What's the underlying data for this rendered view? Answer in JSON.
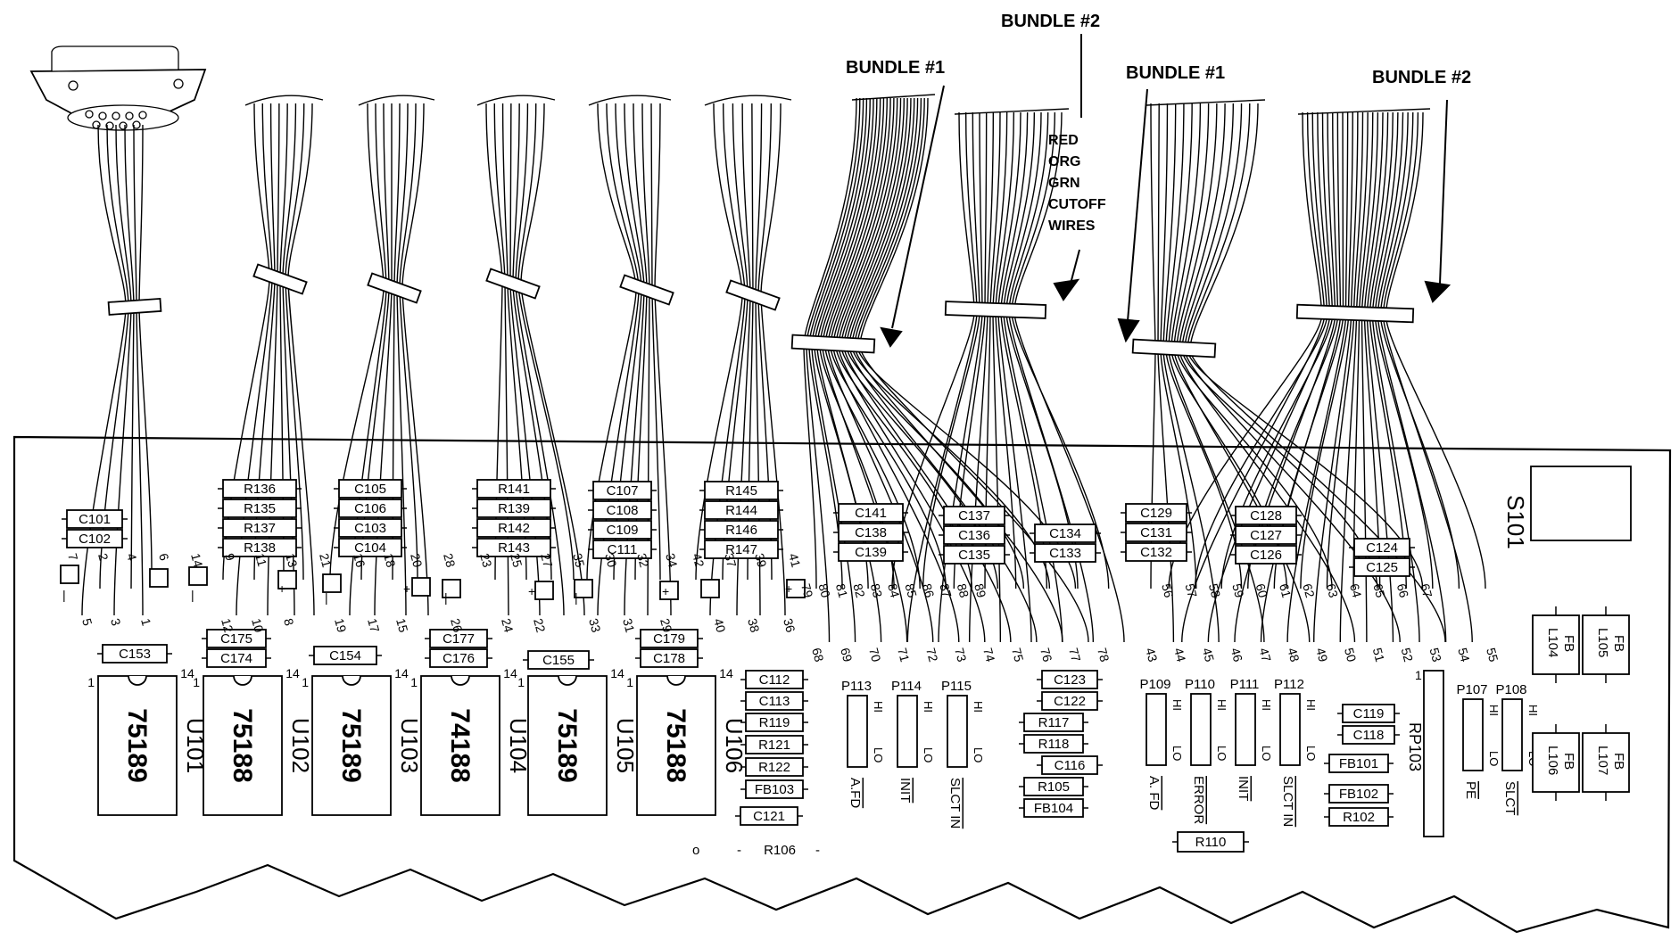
{
  "bundles": [
    {
      "key": "b1a",
      "label": "BUNDLE #1"
    },
    {
      "key": "b2a",
      "label": "BUNDLE #2"
    },
    {
      "key": "b1b",
      "label": "BUNDLE #1"
    },
    {
      "key": "b2b",
      "label": "BUNDLE #2"
    }
  ],
  "cutoff_note": [
    "RED",
    "ORG",
    "GRN",
    "CUTOFF",
    "WIRES"
  ],
  "switch_label": "S101",
  "ics": [
    {
      "id": "U101",
      "part": "75189"
    },
    {
      "id": "U102",
      "part": "75188"
    },
    {
      "id": "U103",
      "part": "75189"
    },
    {
      "id": "U104",
      "part": "74188"
    },
    {
      "id": "U105",
      "part": "75189"
    },
    {
      "id": "U106",
      "part": "75188"
    }
  ],
  "resistor_stacks": [
    [
      "C101",
      "C102"
    ],
    [
      "R136",
      "R135",
      "R137",
      "R138"
    ],
    [
      "C105",
      "C106",
      "C103",
      "C104"
    ],
    [
      "R141",
      "R139",
      "R142",
      "R143"
    ],
    [
      "C107",
      "C108",
      "C109",
      "C111"
    ],
    [
      "R145",
      "R144",
      "R146",
      "R147"
    ],
    [
      "C141",
      "C138",
      "C139"
    ],
    [
      "C137",
      "C136",
      "C135"
    ],
    [
      "C134",
      "C133"
    ],
    [
      "C129",
      "C131",
      "C132"
    ],
    [
      "C128",
      "C127",
      "C126"
    ],
    [
      "C124",
      "C125"
    ]
  ],
  "caps_row": [
    {
      "label": "C153"
    },
    {
      "label": "C175",
      "label2": "C174"
    },
    {
      "label": "C154"
    },
    {
      "label": "C177",
      "label2": "C176"
    },
    {
      "label": "C155"
    },
    {
      "label": "C179",
      "label2": "C178"
    }
  ],
  "left_small_parts": [
    "C112",
    "C113",
    "R119",
    "R121",
    "R122",
    "FB103",
    "C121"
  ],
  "r106": {
    "label": "R106",
    "o": "o",
    "dash": "-"
  },
  "mid_small_parts": [
    "C123",
    "C122",
    "R117",
    "R118",
    "C116",
    "R105",
    "FB104"
  ],
  "right_small_parts": [
    "C119",
    "C118",
    "FB101",
    "FB102",
    "R102"
  ],
  "r110": "R110",
  "rp103": "RP103",
  "jumpers": [
    {
      "p": "P113",
      "sig": "A.FD"
    },
    {
      "p": "P114",
      "sig": "INIT"
    },
    {
      "p": "P115",
      "sig": "SLCT IN"
    },
    {
      "p": "P109",
      "sig": "A. FD"
    },
    {
      "p": "P110",
      "sig": "ERROR"
    },
    {
      "p": "P111",
      "sig": "INIT"
    },
    {
      "p": "P112",
      "sig": "SLCT IN"
    },
    {
      "p": "P107",
      "sig": "PE"
    },
    {
      "p": "P108",
      "sig": "SLCT"
    }
  ],
  "hi": "HI",
  "lo": "LO",
  "ferrites": [
    {
      "a": "L104",
      "b": "FB"
    },
    {
      "a": "L105",
      "b": "FB"
    },
    {
      "a": "L106",
      "b": "FB"
    },
    {
      "a": "L107",
      "b": "FB"
    }
  ],
  "pins_bottom": [
    "5",
    "3",
    "1",
    "12",
    "10",
    "8",
    "19",
    "17",
    "15",
    "26",
    "24",
    "22",
    "33",
    "31",
    "29",
    "40",
    "38",
    "36"
  ],
  "pins_upper": [
    "7",
    "2",
    "4",
    "6",
    "14",
    "9",
    "11",
    "13",
    "21",
    "16",
    "18",
    "20",
    "28",
    "23",
    "25",
    "27",
    "35",
    "30",
    "32",
    "34",
    "42",
    "37",
    "39",
    "41"
  ],
  "pins_bundle1a_top": [
    "79",
    "80",
    "81",
    "82",
    "83",
    "84",
    "85",
    "86",
    "87",
    "88",
    "89"
  ],
  "pins_bundle1a_bot": [
    "68",
    "69",
    "70",
    "71",
    "72",
    "73",
    "74",
    "75",
    "76",
    "77",
    "78"
  ],
  "pins_bundle2b_top": [
    "56",
    "57",
    "58",
    "59",
    "60",
    "61",
    "62",
    "63",
    "64",
    "65",
    "66",
    "67"
  ],
  "pins_bundle2b_bot": [
    "43",
    "44",
    "45",
    "46",
    "47",
    "48",
    "49",
    "50",
    "51",
    "52",
    "53",
    "54",
    "55"
  ],
  "ic_pin_1": "1",
  "ic_pin_14": "14",
  "rp_pin": "1",
  "plus": "+",
  "minus": "|"
}
